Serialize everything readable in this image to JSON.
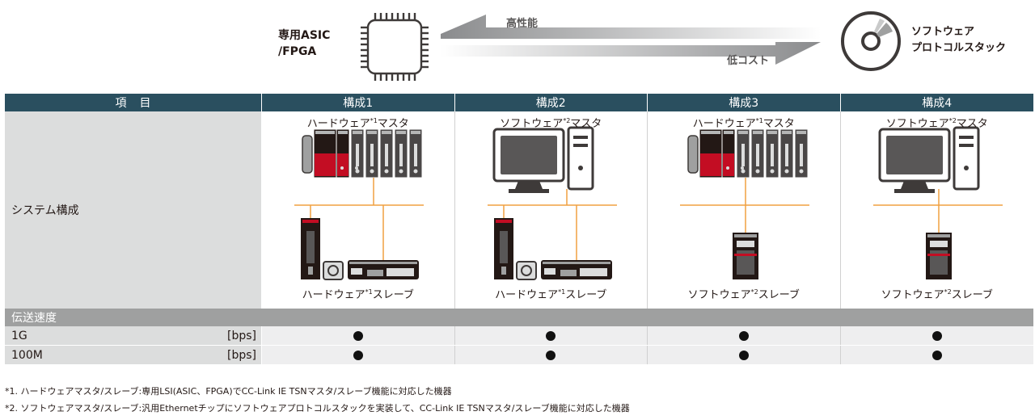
{
  "banner": {
    "asic_label_line1": "専用ASIC",
    "asic_label_line2": "/FPGA",
    "arrow_top_text": "高性能",
    "arrow_bottom_text": "低コスト",
    "software_label_line1": "ソフトウェア",
    "software_label_line2": "プロトコルスタック"
  },
  "table": {
    "header": [
      "項目",
      "構成1",
      "構成2",
      "構成3",
      "構成4"
    ],
    "system_row_label": "システム構成",
    "configs": [
      {
        "master": "ハードウェア",
        "master_note": "*1",
        "master_suffix": "マスタ",
        "master_kind": "plc",
        "slave": "ハードウェア",
        "slave_note": "*1",
        "slave_suffix": "スレーブ",
        "slave_kind": "hardware"
      },
      {
        "master": "ソフトウェア",
        "master_note": "*2",
        "master_suffix": "マスタ",
        "master_kind": "pc",
        "slave": "ハードウェア",
        "slave_note": "*1",
        "slave_suffix": "スレーブ",
        "slave_kind": "hardware"
      },
      {
        "master": "ハードウェア",
        "master_note": "*1",
        "master_suffix": "マスタ",
        "master_kind": "plc",
        "slave": "ソフトウェア",
        "slave_note": "*2",
        "slave_suffix": "スレーブ",
        "slave_kind": "software"
      },
      {
        "master": "ソフトウェア",
        "master_note": "*2",
        "master_suffix": "マスタ",
        "master_kind": "pc",
        "slave": "ソフトウェア",
        "slave_note": "*2",
        "slave_suffix": "スレーブ",
        "slave_kind": "software"
      }
    ],
    "speed_header": "伝送速度",
    "speeds": [
      {
        "label": "1G",
        "unit": "[bps]",
        "support": [
          true,
          true,
          true,
          true
        ]
      },
      {
        "label": "100M",
        "unit": "[bps]",
        "support": [
          true,
          true,
          true,
          true
        ]
      }
    ]
  },
  "notes": [
    "*1. ハードウェアマスタ/スレーブ:専用LSI(ASIC、FPGA)でCC-Link IE TSNマスタ/スレーブ機能に対応した機器",
    "*2. ソフトウェアマスタ/スレーブ:汎用Ethernetチップにソフトウェアプロトコルスタックを実装して、CC-Link IE TSNマスタ/スレーブ機能に対応した機器"
  ],
  "colors": {
    "header_bg": "#2a4f5f",
    "label_bg": "#dcdddd",
    "speed_header_bg": "#9fa0a0",
    "network_line": "#f0a040",
    "plc_red": "#c30d23"
  }
}
